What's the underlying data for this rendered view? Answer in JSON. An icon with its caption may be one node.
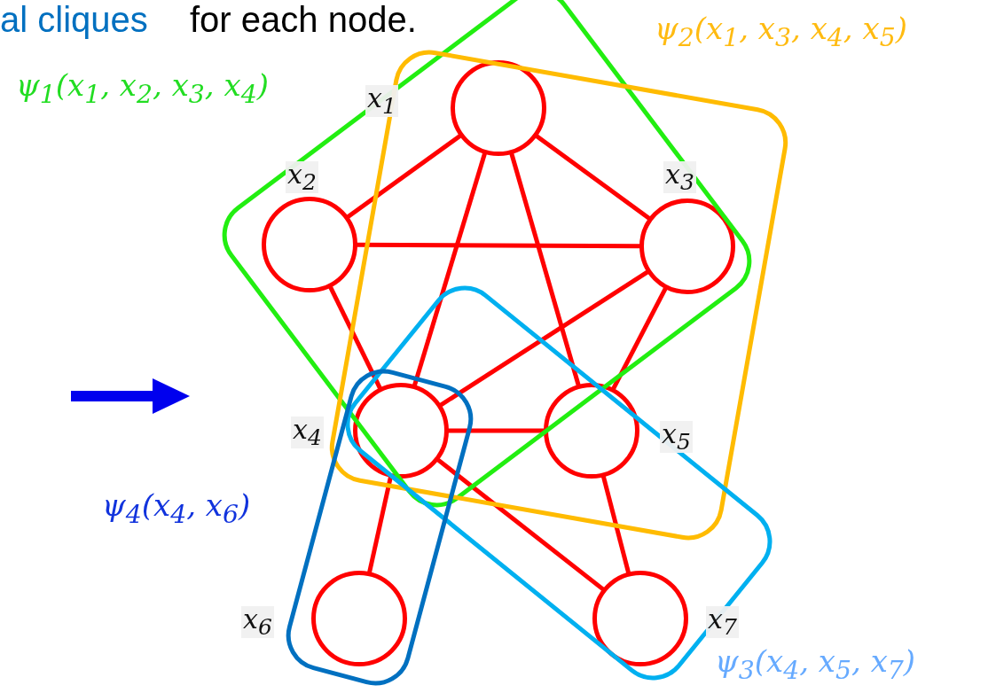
{
  "diagram": {
    "nodes": [
      {
        "text": [],
        "shape": "circle",
        "beside": [
          "x$_{1}$"
        ]
      },
      {
        "text": [],
        "shape": "circle",
        "beside": [
          "x$_{2}$"
        ]
      },
      {
        "text": [],
        "shape": "circle",
        "beside": [
          "x$_{3}$"
        ]
      },
      {
        "text": [],
        "shape": "circle",
        "beside": [
          "x$_{4}$"
        ]
      },
      {
        "text": [],
        "shape": "circle",
        "beside": [
          "x$_{5}$"
        ]
      },
      {
        "text": [],
        "shape": "circle",
        "beside": [
          "x$_{6}$"
        ]
      },
      {
        "text": [],
        "shape": "circle",
        "beside": [
          "x$_{7}$"
        ]
      }
    ],
    "edges": [
      {
        "from": 0,
        "to": 1,
        "arrow": "none"
      },
      {
        "from": 0,
        "to": 2,
        "arrow": "none"
      },
      {
        "from": 0,
        "to": 3,
        "arrow": "none"
      },
      {
        "from": 0,
        "to": 4,
        "arrow": "none"
      },
      {
        "from": 1,
        "to": 2,
        "arrow": "none"
      },
      {
        "from": 1,
        "to": 3,
        "arrow": "none"
      },
      {
        "from": 2,
        "to": 3,
        "arrow": "none"
      },
      {
        "from": 2,
        "to": 4,
        "arrow": "none"
      },
      {
        "from": 3,
        "to": 4,
        "arrow": "none"
      },
      {
        "from": 3,
        "to": 5,
        "arrow": "none"
      },
      {
        "from": 3,
        "to": 6,
        "arrow": "none"
      },
      {
        "from": 4,
        "to": 6,
        "arrow": "none"
      }
    ],
    "labels": [
      "al cliques",
      "for each node.",
      "ψ$_{2}$(x$_{1}$, x$_{3}$, x$_{4}$, x$_{5}$)",
      "ψ$_{1}$(x$_{1}$, x$_{2}$, x$_{3}$, x$_{4}$)",
      "ψ$_{4}$(x$_{4}$, x$_{6}$)",
      "ψ$_{3}$(x$_{4}$, x$_{5}$, x$_{7}$)"
    ]
  }
}
